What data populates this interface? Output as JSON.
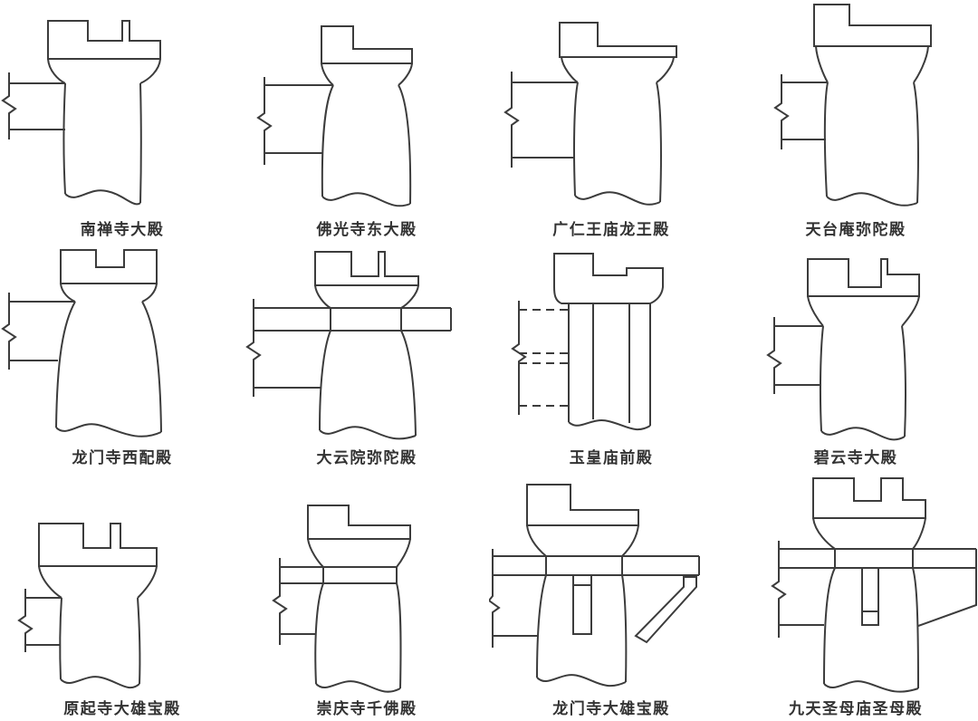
{
  "page": {
    "background": "#ffffff",
    "line_color": "#3c3c3c",
    "label_color": "#323232"
  },
  "figures": [
    {
      "id": "nanchansi-dadian",
      "label": "南禅寺大殿"
    },
    {
      "id": "foguangsi-dongdadian",
      "label": "佛光寺东大殿"
    },
    {
      "id": "guangrenwangmiao-longwangdian",
      "label": "广仁王庙龙王殿"
    },
    {
      "id": "tiantaian-mituodian",
      "label": "天台庵弥陀殿"
    },
    {
      "id": "longmensi-xipeidian",
      "label": "龙门寺西配殿"
    },
    {
      "id": "dayunyuan-mituodian",
      "label": "大云院弥陀殿"
    },
    {
      "id": "yuhuangmiao-qiandian",
      "label": "玉皇庙前殿"
    },
    {
      "id": "biyunsi-dadian",
      "label": "碧云寺大殿"
    },
    {
      "id": "yuanqisi-daxiongbaodian",
      "label": "原起寺大雄宝殿"
    },
    {
      "id": "chongqingsi-qianfodian",
      "label": "崇庆寺千佛殿"
    },
    {
      "id": "longmensi-daxiongbaodian",
      "label": "龙门寺大雄宝殿"
    },
    {
      "id": "jiutianshengmumiao-shengmudian",
      "label": "九天圣母庙圣母殿"
    }
  ]
}
